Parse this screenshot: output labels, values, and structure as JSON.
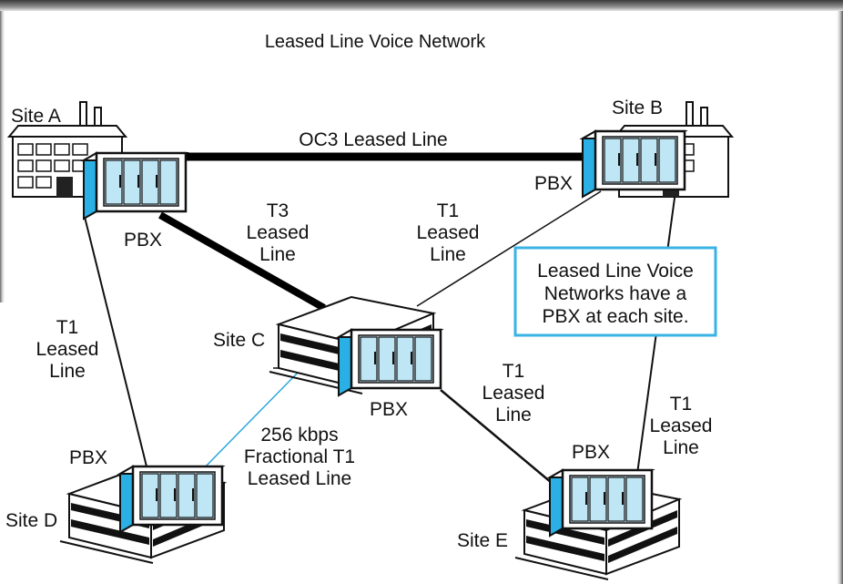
{
  "title": "Leased Line Voice Network",
  "sites": {
    "a": "Site A",
    "b": "Site B",
    "c": "Site C",
    "d": "Site D",
    "e": "Site E"
  },
  "pbx_label": "PBX",
  "links": {
    "ab": [
      "OC3 Leased Line"
    ],
    "ac": [
      "T3",
      "Leased",
      "Line"
    ],
    "cb": [
      "T1",
      "Leased",
      "Line"
    ],
    "ad": [
      "T1",
      "Leased",
      "Line"
    ],
    "ce": [
      "T1",
      "Leased",
      "Line"
    ],
    "be": [
      "T1",
      "Leased",
      "Line"
    ],
    "cd": [
      "256 kbps",
      "Fractional T1",
      "Leased Line"
    ]
  },
  "callout": [
    "Leased Line Voice",
    "Networks have a",
    "PBX at each site."
  ],
  "colors": {
    "pbx_side": "#2ab0e4",
    "pbx_light": "#d9f1fb",
    "pbx_panel": "#bfe6f5",
    "fractional_line": "#2aa8dc",
    "callout_border": "#39b3e4",
    "header_band": "#4f4f4f"
  }
}
